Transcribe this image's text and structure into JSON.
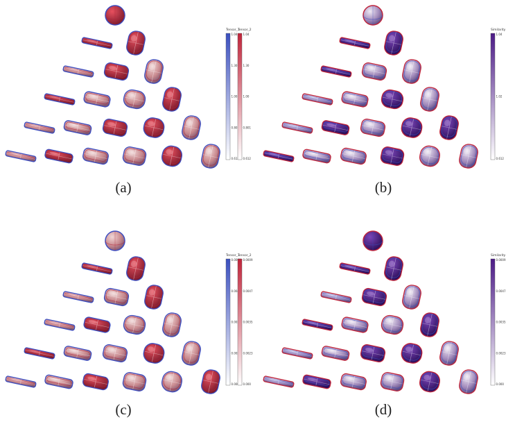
{
  "panels": [
    {
      "id": "a",
      "caption": "(a)",
      "style": "tensor",
      "colorbar": {
        "titles": [
          "Tensor_1",
          "Tensor_2"
        ],
        "ticks": [
          "1.04",
          "1.30",
          "1.00",
          "0.801",
          "0.612"
        ],
        "colors": [
          "#3a4fbf",
          "#c0243a"
        ]
      }
    },
    {
      "id": "b",
      "caption": "(b)",
      "style": "purple",
      "colorbar": {
        "titles": [
          "Similarity"
        ],
        "ticks": [
          "1.04",
          "",
          "1.02",
          "",
          "0.612"
        ],
        "colors": [
          "#4b1a86"
        ]
      }
    },
    {
      "id": "c",
      "caption": "(c)",
      "style": "tensor",
      "colorbar": {
        "titles": [
          "Tensor_1",
          "Tensor_2"
        ],
        "ticks": [
          "0.0009",
          "0.0047",
          "0.0035",
          "0.0023",
          "0.000"
        ],
        "colors": [
          "#3a4fbf",
          "#c0243a"
        ]
      }
    },
    {
      "id": "d",
      "caption": "(d)",
      "style": "purple",
      "colorbar": {
        "titles": [
          "Similarity"
        ],
        "ticks": [
          "0.0009",
          "0.0047",
          "0.0035",
          "0.0023",
          "0.000"
        ],
        "colors": [
          "#4b1a86"
        ]
      }
    }
  ]
}
